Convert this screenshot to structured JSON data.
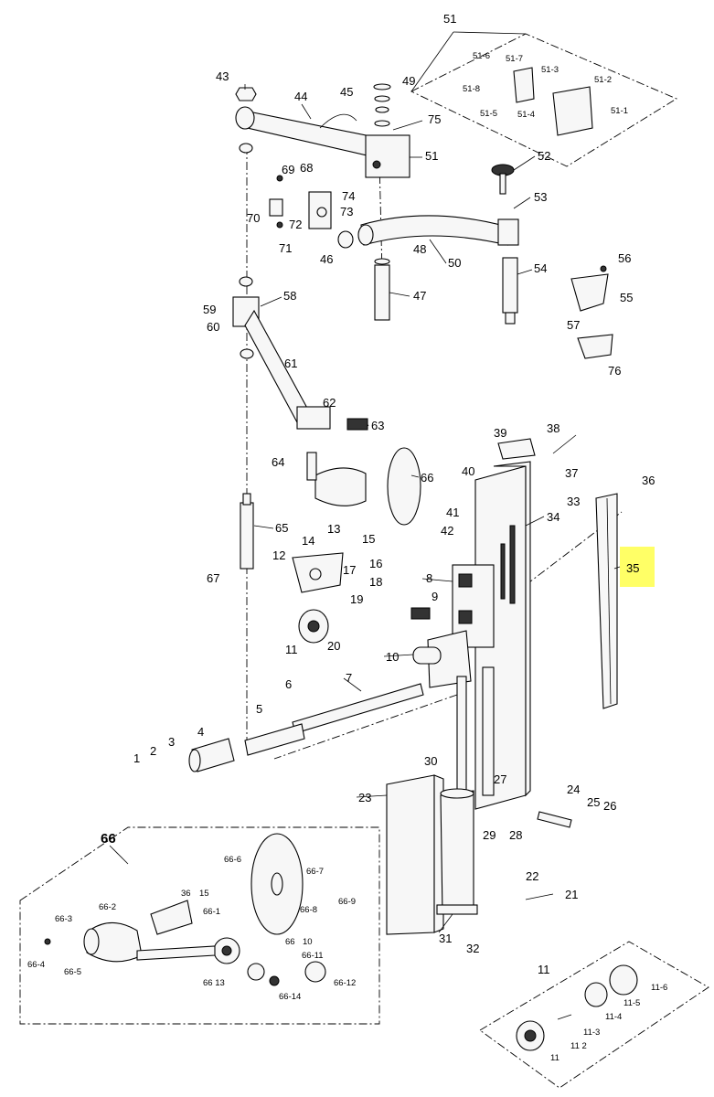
{
  "highlight": {
    "label": "35",
    "color": "#ffff66"
  },
  "labels": {
    "l1": "1",
    "l2": "2",
    "l3": "3",
    "l4": "4",
    "l5": "5",
    "l6": "6",
    "l7": "7",
    "l8": "8",
    "l9": "9",
    "l10": "10",
    "l11": "11",
    "l12": "12",
    "l13": "13",
    "l14": "14",
    "l15": "15",
    "l16": "16",
    "l17": "17",
    "l18": "18",
    "l19": "19",
    "l20": "20",
    "l21": "21",
    "l22": "22",
    "l23": "23",
    "l24": "24",
    "l25": "25",
    "l26": "26",
    "l27": "27",
    "l28": "28",
    "l29": "29",
    "l30": "30",
    "l31": "31",
    "l32": "32",
    "l33": "33",
    "l34": "34",
    "l36": "36",
    "l37": "37",
    "l38": "38",
    "l39": "39",
    "l40": "40",
    "l41": "41",
    "l42": "42",
    "l43": "43",
    "l44": "44",
    "l45": "45",
    "l46": "46",
    "l47": "47",
    "l48": "48",
    "l49": "49",
    "l50": "50",
    "l51": "51",
    "l51b": "51",
    "l52": "52",
    "l53": "53",
    "l54": "54",
    "l55": "55",
    "l56": "56",
    "l57": "57",
    "l58": "58",
    "l59": "59",
    "l60": "60",
    "l61": "61",
    "l62": "62",
    "l63": "63",
    "l64": "64",
    "l65": "65",
    "l66": "66",
    "l66b": "66",
    "l67": "67",
    "l68": "68",
    "l69": "69",
    "l70": "70",
    "l71": "71",
    "l72": "72",
    "l73": "73",
    "l74": "74",
    "l75": "75",
    "l76": "76"
  },
  "sub51": {
    "s1": "51-6",
    "s2": "51-7",
    "s3": "51-3",
    "s4": "51-8",
    "s5": "51-2",
    "s6": "51-5",
    "s7": "51-4",
    "s8": "51-1"
  },
  "sub66": {
    "s1": "66-6",
    "s2": "66-7",
    "s3": "36",
    "s4": "15",
    "s5": "66-9",
    "s6": "66-8",
    "s7": "66-2",
    "s8": "66-1",
    "s9": "66-3",
    "s10": "66-4",
    "s11": "66-5",
    "s12": "66",
    "s13": "10",
    "s14": "66-11",
    "s15": "66 13",
    "s16": "66-12",
    "s17": "66-14"
  },
  "sub11": {
    "s0": "11",
    "s1": "11-6",
    "s2": "11-5",
    "s3": "11-4",
    "s4": "11-3",
    "s5": "11 2",
    "s6": "11"
  }
}
